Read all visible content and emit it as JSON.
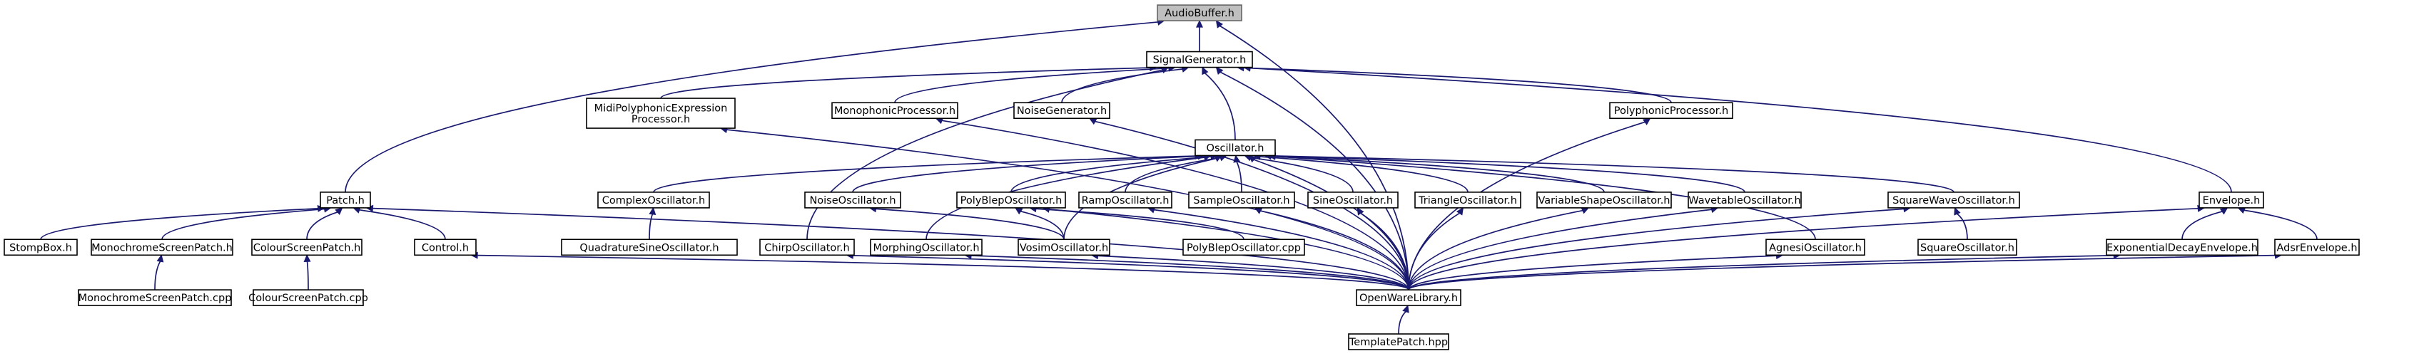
{
  "graph": {
    "root": "AudioBuffer.h",
    "nodes": [
      {
        "id": "audiobuffer",
        "lines": [
          "AudioBuffer.h"
        ],
        "root": true
      },
      {
        "id": "signalgenerator",
        "lines": [
          "SignalGenerator.h"
        ]
      },
      {
        "id": "patch",
        "lines": [
          "Patch.h"
        ]
      },
      {
        "id": "midipoly",
        "lines": [
          "MidiPolyphonicExpression",
          "Processor.h"
        ]
      },
      {
        "id": "monophonic",
        "lines": [
          "MonophonicProcessor.h"
        ]
      },
      {
        "id": "noisegen",
        "lines": [
          "NoiseGenerator.h"
        ]
      },
      {
        "id": "oscillator",
        "lines": [
          "Oscillator.h"
        ]
      },
      {
        "id": "polyphonic",
        "lines": [
          "PolyphonicProcessor.h"
        ]
      },
      {
        "id": "envelope",
        "lines": [
          "Envelope.h"
        ]
      },
      {
        "id": "stompbox",
        "lines": [
          "StompBox.h"
        ]
      },
      {
        "id": "monochromescreenpatch",
        "lines": [
          "MonochromeScreenPatch.h"
        ]
      },
      {
        "id": "colourscreenpatch",
        "lines": [
          "ColourScreenPatch.h"
        ]
      },
      {
        "id": "control",
        "lines": [
          "Control.h"
        ]
      },
      {
        "id": "complexosc",
        "lines": [
          "ComplexOscillator.h"
        ]
      },
      {
        "id": "noiseosc",
        "lines": [
          "NoiseOscillator.h"
        ]
      },
      {
        "id": "polyblep",
        "lines": [
          "PolyBlepOscillator.h"
        ]
      },
      {
        "id": "rampos",
        "lines": [
          "RampOscillator.h"
        ]
      },
      {
        "id": "sampleosc",
        "lines": [
          "SampleOscillator.h"
        ]
      },
      {
        "id": "sineosc",
        "lines": [
          "SineOscillator.h"
        ]
      },
      {
        "id": "triangleosc",
        "lines": [
          "TriangleOscillator.h"
        ]
      },
      {
        "id": "variableshape",
        "lines": [
          "VariableShapeOscillator.h"
        ]
      },
      {
        "id": "wavetable",
        "lines": [
          "WavetableOscillator.h"
        ]
      },
      {
        "id": "squarewave",
        "lines": [
          "SquareWaveOscillator.h"
        ]
      },
      {
        "id": "expdecay",
        "lines": [
          "ExponentialDecayEnvelope.h"
        ]
      },
      {
        "id": "adsr",
        "lines": [
          "AdsrEnvelope.h"
        ]
      },
      {
        "id": "quadsine",
        "lines": [
          "QuadratureSineOscillator.h"
        ]
      },
      {
        "id": "chirp",
        "lines": [
          "ChirpOscillator.h"
        ]
      },
      {
        "id": "morphing",
        "lines": [
          "MorphingOscillator.h"
        ]
      },
      {
        "id": "vosim",
        "lines": [
          "VosimOscillator.h"
        ]
      },
      {
        "id": "polyblepcpp",
        "lines": [
          "PolyBlepOscillator.cpp"
        ]
      },
      {
        "id": "agnesi",
        "lines": [
          "AgnesiOscillator.h"
        ]
      },
      {
        "id": "squareosc",
        "lines": [
          "SquareOscillator.h"
        ]
      },
      {
        "id": "monochromecpp",
        "lines": [
          "MonochromeScreenPatch.cpp"
        ]
      },
      {
        "id": "colourcpp",
        "lines": [
          "ColourScreenPatch.cpp"
        ]
      },
      {
        "id": "openware",
        "lines": [
          "OpenWareLibrary.h"
        ]
      },
      {
        "id": "templatepatch",
        "lines": [
          "TemplatePatch.hpp"
        ]
      }
    ],
    "edges": [
      {
        "from": "signalgenerator",
        "to": "audiobuffer"
      },
      {
        "from": "patch",
        "to": "audiobuffer"
      },
      {
        "from": "openware",
        "to": "audiobuffer"
      },
      {
        "from": "midipoly",
        "to": "signalgenerator"
      },
      {
        "from": "monophonic",
        "to": "signalgenerator"
      },
      {
        "from": "noisegen",
        "to": "signalgenerator"
      },
      {
        "from": "oscillator",
        "to": "signalgenerator"
      },
      {
        "from": "polyphonic",
        "to": "signalgenerator"
      },
      {
        "from": "envelope",
        "to": "signalgenerator"
      },
      {
        "from": "chirp",
        "to": "signalgenerator"
      },
      {
        "from": "openware",
        "to": "signalgenerator"
      },
      {
        "from": "stompbox",
        "to": "patch"
      },
      {
        "from": "monochromescreenpatch",
        "to": "patch"
      },
      {
        "from": "colourscreenpatch",
        "to": "patch"
      },
      {
        "from": "control",
        "to": "patch"
      },
      {
        "from": "openware",
        "to": "patch"
      },
      {
        "from": "monochromecpp",
        "to": "monochromescreenpatch"
      },
      {
        "from": "colourcpp",
        "to": "colourscreenpatch"
      },
      {
        "from": "openware",
        "to": "control"
      },
      {
        "from": "openware",
        "to": "midipoly"
      },
      {
        "from": "openware",
        "to": "monophonic"
      },
      {
        "from": "openware",
        "to": "noisegen"
      },
      {
        "from": "openware",
        "to": "polyphonic"
      },
      {
        "from": "complexosc",
        "to": "oscillator"
      },
      {
        "from": "noiseosc",
        "to": "oscillator"
      },
      {
        "from": "polyblep",
        "to": "oscillator"
      },
      {
        "from": "rampos",
        "to": "oscillator"
      },
      {
        "from": "sampleosc",
        "to": "oscillator"
      },
      {
        "from": "sineosc",
        "to": "oscillator"
      },
      {
        "from": "triangleosc",
        "to": "oscillator"
      },
      {
        "from": "variableshape",
        "to": "oscillator"
      },
      {
        "from": "wavetable",
        "to": "oscillator"
      },
      {
        "from": "squarewave",
        "to": "oscillator"
      },
      {
        "from": "agnesi",
        "to": "oscillator"
      },
      {
        "from": "morphing",
        "to": "oscillator"
      },
      {
        "from": "vosim",
        "to": "oscillator"
      },
      {
        "from": "openware",
        "to": "oscillator"
      },
      {
        "from": "quadsine",
        "to": "complexosc"
      },
      {
        "from": "vosim",
        "to": "noiseosc"
      },
      {
        "from": "vosim",
        "to": "polyblep"
      },
      {
        "from": "polyblepcpp",
        "to": "polyblep"
      },
      {
        "from": "openware",
        "to": "polyblep"
      },
      {
        "from": "openware",
        "to": "rampos"
      },
      {
        "from": "openware",
        "to": "sampleosc"
      },
      {
        "from": "openware",
        "to": "sineosc"
      },
      {
        "from": "openware",
        "to": "triangleosc"
      },
      {
        "from": "openware",
        "to": "variableshape"
      },
      {
        "from": "openware",
        "to": "wavetable"
      },
      {
        "from": "squareosc",
        "to": "squarewave"
      },
      {
        "from": "openware",
        "to": "squarewave"
      },
      {
        "from": "expdecay",
        "to": "envelope"
      },
      {
        "from": "adsr",
        "to": "envelope"
      },
      {
        "from": "openware",
        "to": "envelope"
      },
      {
        "from": "openware",
        "to": "expdecay"
      },
      {
        "from": "openware",
        "to": "adsr"
      },
      {
        "from": "openware",
        "to": "chirp"
      },
      {
        "from": "openware",
        "to": "morphing"
      },
      {
        "from": "openware",
        "to": "vosim"
      },
      {
        "from": "openware",
        "to": "agnesi"
      },
      {
        "from": "templatepatch",
        "to": "openware"
      }
    ]
  }
}
